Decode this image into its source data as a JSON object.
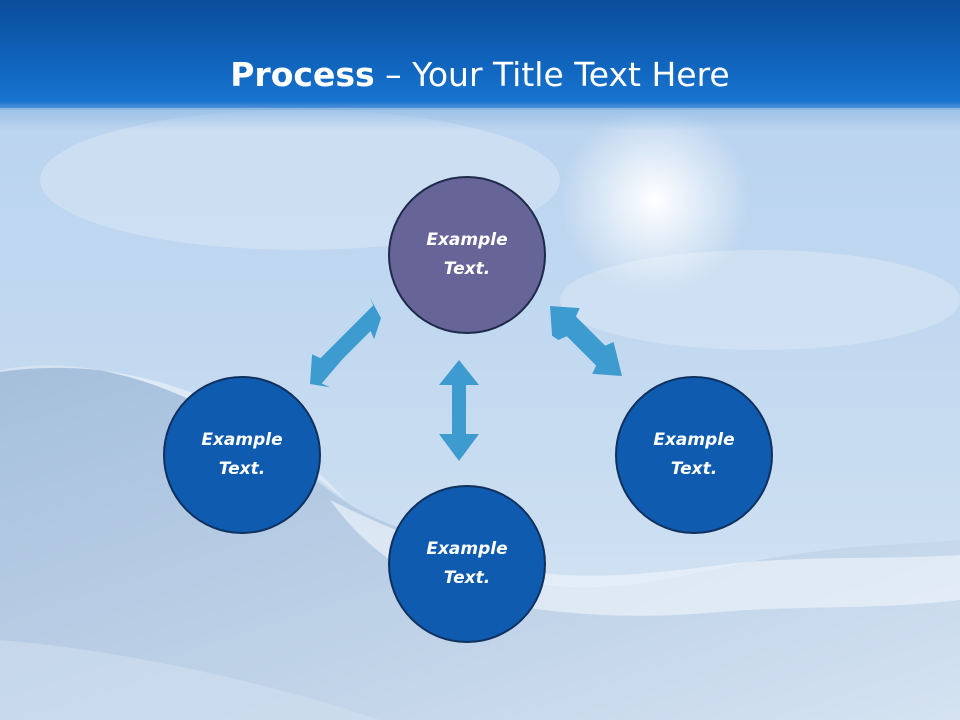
{
  "title": {
    "bold": "Process",
    "rest": " – Your Title Text Here"
  },
  "nodes": {
    "top": "Example Text.",
    "left": "Example Text.",
    "right": "Example Text.",
    "bottom": "Example Text."
  },
  "colors": {
    "header": "#0d5fb5",
    "node_blue": "#0e5bb0",
    "node_purple": "#676497",
    "arrow": "#3d9bd0"
  }
}
